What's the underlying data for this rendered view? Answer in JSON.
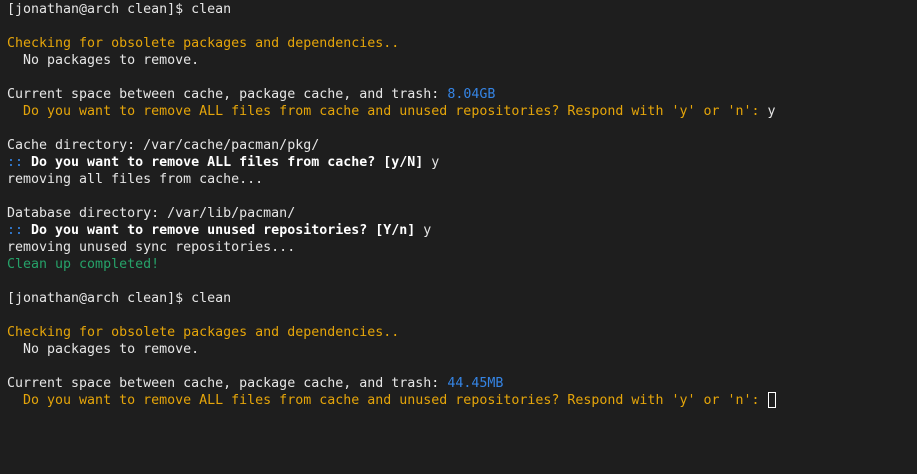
{
  "colors": {
    "background": "#1e1e1e",
    "text": "#e6e6e6",
    "warning": "#e5a50a",
    "info": "#3584e4",
    "success": "#26a269"
  },
  "lines": [
    [
      {
        "t": "[jonathan@arch clean]$ clean"
      }
    ],
    [],
    [
      {
        "t": "Checking for obsolete packages and dependencies..",
        "c": "yellow"
      }
    ],
    [
      {
        "t": "  No packages to remove."
      }
    ],
    [],
    [
      {
        "t": "Current space between cache, package cache, and trash: "
      },
      {
        "t": "8.04GB",
        "c": "blue"
      }
    ],
    [
      {
        "t": "  Do you want to remove ALL files from cache and unused repositories? Respond with 'y' or 'n': ",
        "c": "yellow"
      },
      {
        "t": "y"
      }
    ],
    [],
    [
      {
        "t": "Cache directory: /var/cache/pacman/pkg/"
      }
    ],
    [
      {
        "t": "::",
        "c": "blue"
      },
      {
        "t": " Do you want to remove ALL files from cache? [y/N]",
        "c": "bold"
      },
      {
        "t": " y"
      }
    ],
    [
      {
        "t": "removing all files from cache..."
      }
    ],
    [],
    [
      {
        "t": "Database directory: /var/lib/pacman/"
      }
    ],
    [
      {
        "t": "::",
        "c": "blue"
      },
      {
        "t": " Do you want to remove unused repositories? [Y/n]",
        "c": "bold"
      },
      {
        "t": " y"
      }
    ],
    [
      {
        "t": "removing unused sync repositories..."
      }
    ],
    [
      {
        "t": "Clean up completed!",
        "c": "green"
      }
    ],
    [],
    [
      {
        "t": "[jonathan@arch clean]$ clean"
      }
    ],
    [],
    [
      {
        "t": "Checking for obsolete packages and dependencies..",
        "c": "yellow"
      }
    ],
    [
      {
        "t": "  No packages to remove."
      }
    ],
    [],
    [
      {
        "t": "Current space between cache, package cache, and trash: "
      },
      {
        "t": "44.45MB",
        "c": "blue"
      }
    ],
    [
      {
        "t": "  Do you want to remove ALL files from cache and unused repositories? Respond with 'y' or 'n': ",
        "c": "yellow"
      },
      {
        "cursor": true
      }
    ]
  ]
}
